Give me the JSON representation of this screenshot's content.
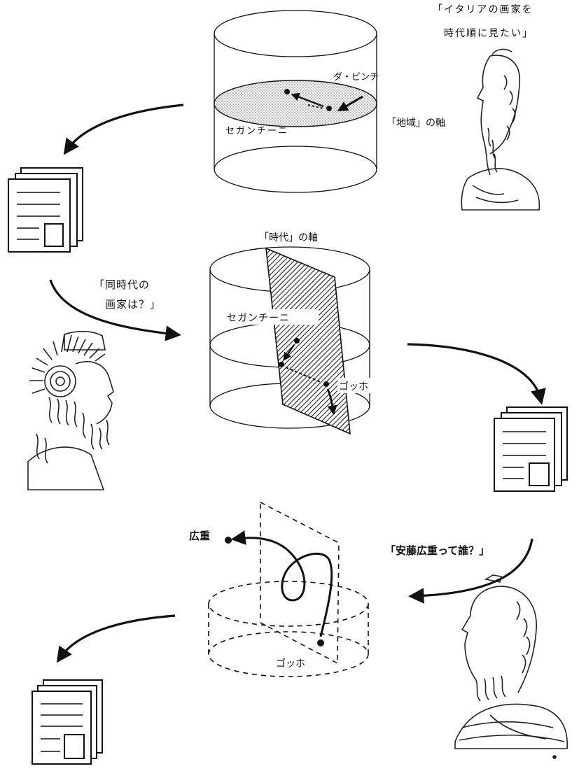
{
  "quote_italian_painters": "「イタリアの画家を\n時代順に見たい」",
  "label_davinci": "ダ・ビンチ",
  "label_segantini_1": "セガンチーニ",
  "label_region_axis": "「地域」の軸",
  "label_time_axis": "「時代」の軸",
  "quote_contemporary_painters": "「同時代の\n画家は？」",
  "label_segantini_2": "セガンチーニ",
  "label_gogh_1": "ゴッホ",
  "label_hiroshige": "広重",
  "quote_who_is_hiroshige": "「安藤広重って誰？」",
  "label_gogh_2": "ゴッホ"
}
